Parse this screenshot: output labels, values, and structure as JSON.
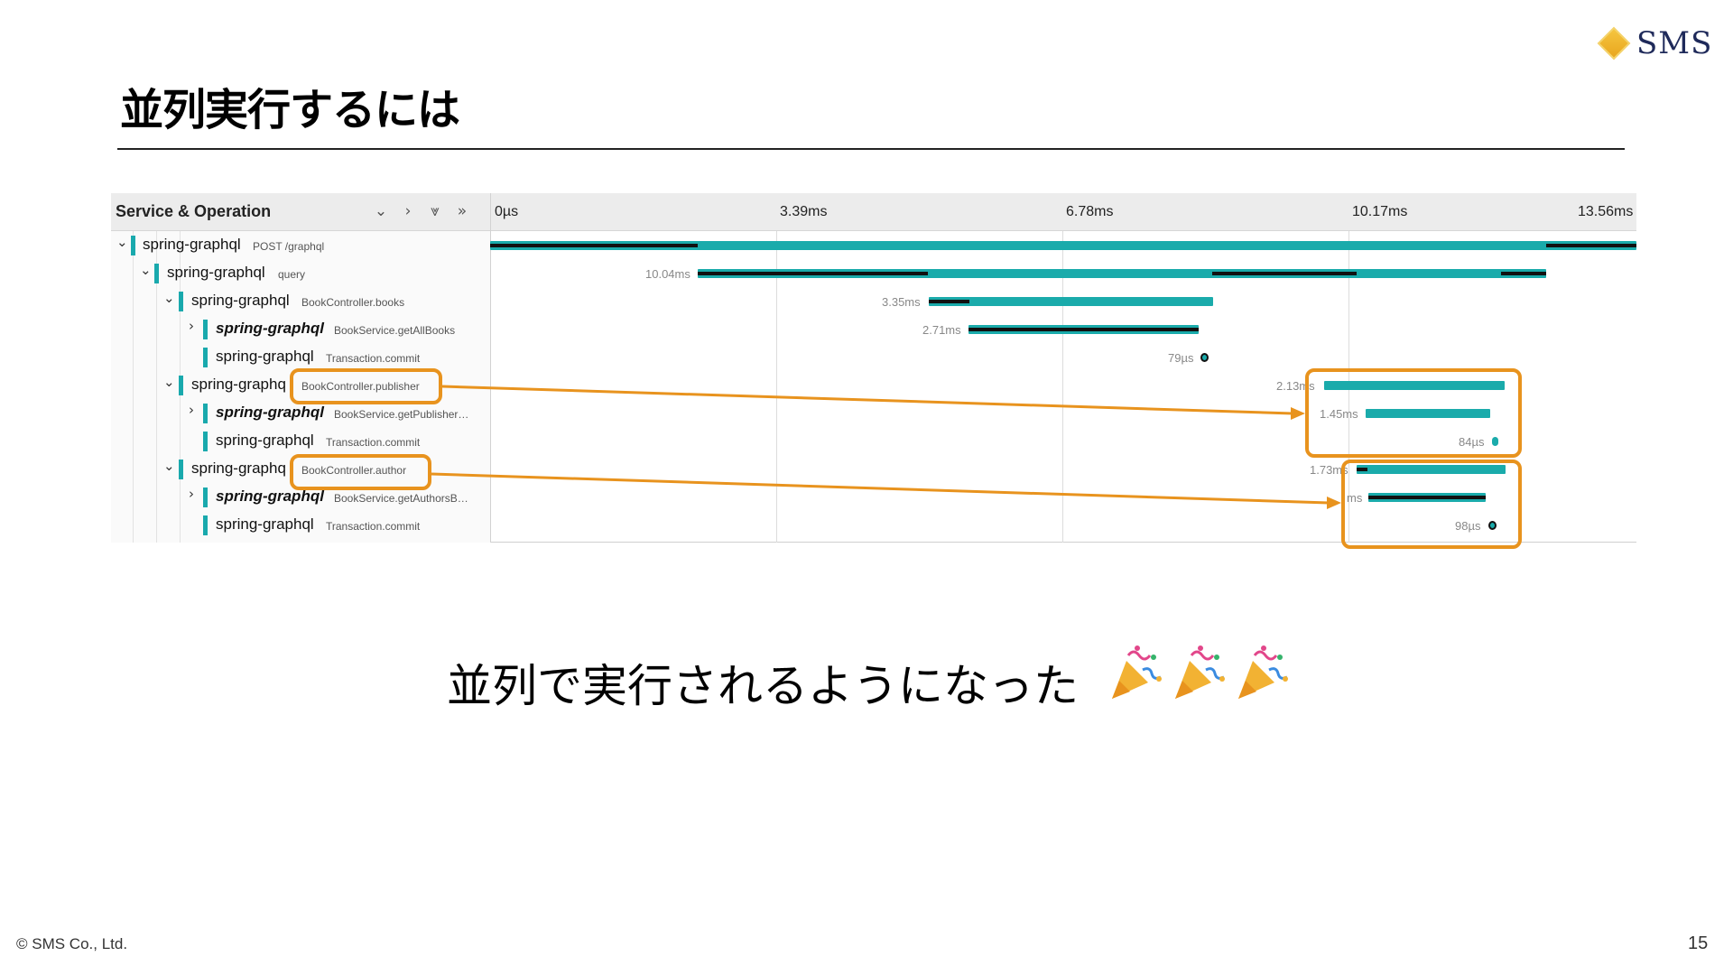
{
  "brand": {
    "logo_text": "SMS",
    "logo_color": "#e8a31c"
  },
  "slide": {
    "title": "並列実行するには",
    "caption": "並列で実行されるようになった",
    "emoji": "🎉🎉🎉"
  },
  "trace": {
    "header": {
      "service_operation": "Service & Operation",
      "ticks": [
        "0µs",
        "3.39ms",
        "6.78ms",
        "10.17ms",
        "13.56ms"
      ]
    },
    "controls": [
      "chevron-down",
      "chevron-right",
      "double-chevron-down",
      "double-chevron-right"
    ],
    "rows": [
      {
        "service": "spring-graphql",
        "operation": "POST /graphql",
        "duration": ""
      },
      {
        "service": "spring-graphql",
        "operation": "query",
        "duration": "10.04ms"
      },
      {
        "service": "spring-graphql",
        "operation": "BookController.books",
        "duration": "3.35ms"
      },
      {
        "service": "spring-graphql",
        "operation": "BookService.getAllBooks",
        "duration": "2.71ms"
      },
      {
        "service": "spring-graphql",
        "operation": "Transaction.commit",
        "duration": "79µs"
      },
      {
        "service": "spring-graphq",
        "operation": "BookController.publisher",
        "duration": "2.13ms"
      },
      {
        "service": "spring-graphql",
        "operation": "BookService.getPublisher…",
        "duration": "1.45ms"
      },
      {
        "service": "spring-graphql",
        "operation": "Transaction.commit",
        "duration": "84µs"
      },
      {
        "service": "spring-graphq",
        "operation": "BookController.author",
        "duration": "1.73ms"
      },
      {
        "service": "spring-graphql",
        "operation": "BookService.getAuthorsB…",
        "duration": "ms"
      },
      {
        "service": "spring-graphql",
        "operation": "Transaction.commit",
        "duration": "98µs"
      }
    ],
    "accent_color": "#1aabab",
    "highlight_color": "#e8931e"
  },
  "footer": {
    "copyright": "© SMS Co., Ltd.",
    "page_number": "15"
  }
}
